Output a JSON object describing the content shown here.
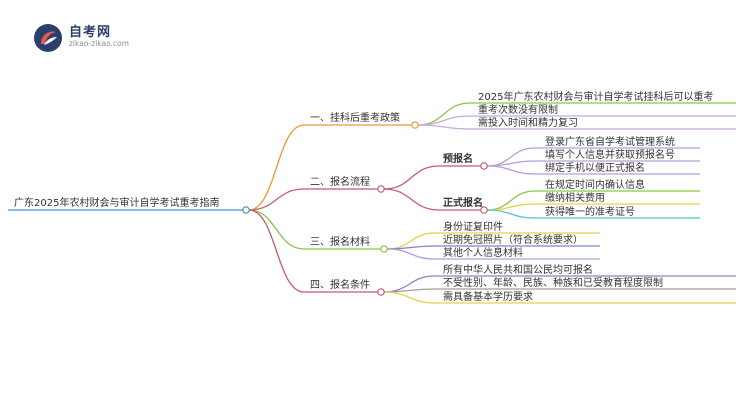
{
  "logo": {
    "name": "自考网",
    "url": "zikao-zikao.com",
    "icon": "zk-logo-icon",
    "accent": "#2a3f6d"
  },
  "root": {
    "label": "广东2025年农村财会与审计自学考试重考指南",
    "color": "#4a8fc7"
  },
  "branches": [
    {
      "label": "一、挂科后重考政策",
      "color": "#f09637",
      "children": [
        {
          "label": "2025年广东农村财会与审计自学考试挂科后可以重考",
          "color": "#8bc34a"
        },
        {
          "label": "重考次数没有限制",
          "color": "#c9a8dc"
        },
        {
          "label": "需投入时间和精力复习",
          "color": "#c9a8dc"
        }
      ]
    },
    {
      "label": "二、报名流程",
      "color": "#c45a70",
      "children": [
        {
          "label": "预报名",
          "color": "#c45a70",
          "bold": true,
          "children": [
            {
              "label": "登录广东省自学考试管理系统",
              "color": "#b39ddb"
            },
            {
              "label": "填写个人信息并获取预报名号",
              "color": "#b39ddb"
            },
            {
              "label": "绑定手机以便正式报名",
              "color": "#b39ddb"
            }
          ]
        },
        {
          "label": "正式报名",
          "color": "#c45a70",
          "bold": true,
          "children": [
            {
              "label": "在规定时间内确认信息",
              "color": "#8bc34a"
            },
            {
              "label": "缴纳相关费用",
              "color": "#e8d04a"
            },
            {
              "label": "获得唯一的准考证号",
              "color": "#5bc0c8"
            }
          ]
        }
      ]
    },
    {
      "label": "三、报名材料",
      "color": "#8bc34a",
      "children": [
        {
          "label": "身份证复印件",
          "color": "#e8d04a"
        },
        {
          "label": "近期免冠照片（符合系统要求）",
          "color": "#7986cb"
        },
        {
          "label": "其他个人信息材料",
          "color": "#b39ddb"
        }
      ]
    },
    {
      "label": "四、报名条件",
      "color": "#c45a70",
      "children": [
        {
          "label": "所有中华人民共和国公民均可报名",
          "color": "#9c7bb8"
        },
        {
          "label": "不受性别、年龄、民族、种族和已受教育程度限制",
          "color": "#9e9e9e"
        },
        {
          "label": "需具备基本学历要求",
          "color": "#e8d04a"
        }
      ]
    }
  ]
}
